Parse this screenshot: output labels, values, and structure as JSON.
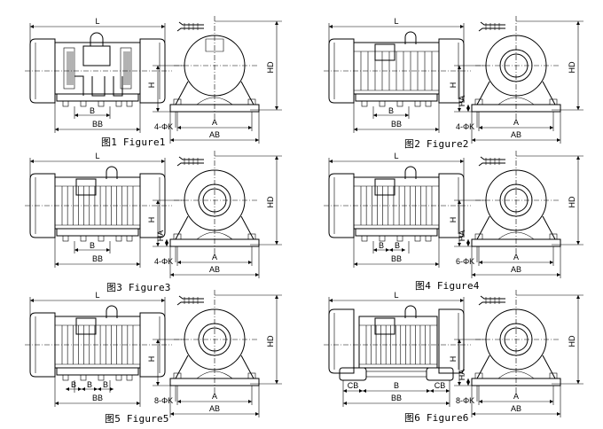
{
  "figures": [
    {
      "caption": "图1 Figure1",
      "side": {
        "L": "L",
        "B": "B",
        "BB": "BB",
        "style": "twin"
      },
      "front": {
        "H": "H",
        "HD": "HD",
        "A": "A",
        "AB": "AB",
        "K": "4-ΦK",
        "HA": "",
        "style": "split"
      }
    },
    {
      "caption": "图2 Figure2",
      "side": {
        "L": "L",
        "B": "B",
        "BB": "BB",
        "style": "ribbed"
      },
      "front": {
        "H": "H",
        "HD": "HD",
        "A": "A",
        "AB": "AB",
        "K": "4-ΦK",
        "HA": "HA",
        "style": "ring"
      }
    },
    {
      "caption": "图3 Figure3",
      "side": {
        "L": "L",
        "B": "B",
        "BB": "BB",
        "style": "finned"
      },
      "front": {
        "H": "H",
        "HD": "HD",
        "A": "A",
        "AB": "AB",
        "K": "4-ΦK",
        "HA": "HA",
        "style": "ring"
      }
    },
    {
      "caption": "图4 Figure4",
      "side": {
        "L": "L",
        "B": "B",
        "BB": "BB",
        "B2": "B",
        "style": "finned"
      },
      "front": {
        "H": "H",
        "HD": "HD",
        "A": "A",
        "AB": "AB",
        "K": "6-ΦK",
        "HA": "HA",
        "style": "ring"
      }
    },
    {
      "caption": "图5 Figure5",
      "side": {
        "L": "L",
        "B": "B",
        "BB": "BB",
        "B2": "B",
        "B3": "B",
        "style": "finned"
      },
      "front": {
        "H": "H",
        "HD": "HD",
        "A": "A",
        "AB": "AB",
        "K": "8-ΦK",
        "HA": "",
        "style": "ring"
      }
    },
    {
      "caption": "图6 Figure6",
      "side": {
        "L": "L",
        "B": "B",
        "BB": "BB",
        "CB": "CB",
        "style": "feet"
      },
      "front": {
        "H": "H",
        "HD": "HD",
        "A": "A",
        "AB": "AB",
        "K": "8-ΦK",
        "HA": "HA",
        "style": "ring"
      }
    }
  ]
}
